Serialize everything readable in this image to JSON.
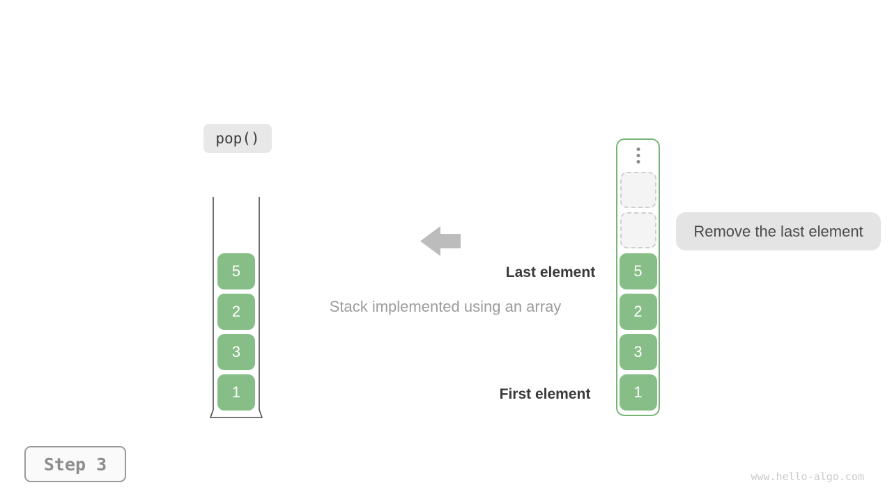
{
  "operation_label": "pop()",
  "caption": "Stack implemented using an array",
  "annotations": {
    "last_element": "Last element",
    "first_element": "First element",
    "tooltip": "Remove the last element"
  },
  "step_badge": "Step 3",
  "watermark": "www.hello-algo.com",
  "stacks": {
    "stack_view": {
      "values": [
        "5",
        "2",
        "3",
        "1"
      ]
    },
    "array_view": {
      "values": [
        "5",
        "2",
        "3",
        "1"
      ],
      "empty_slots": 2,
      "ellipsis_icon": "vertical-ellipsis"
    }
  },
  "colors": {
    "element_green": "#87be87",
    "container_green": "#77b577",
    "arrow_gray": "#bcbcbc",
    "label_bg": "#e8e8e8",
    "tooltip_bg": "#e4e4e4"
  }
}
